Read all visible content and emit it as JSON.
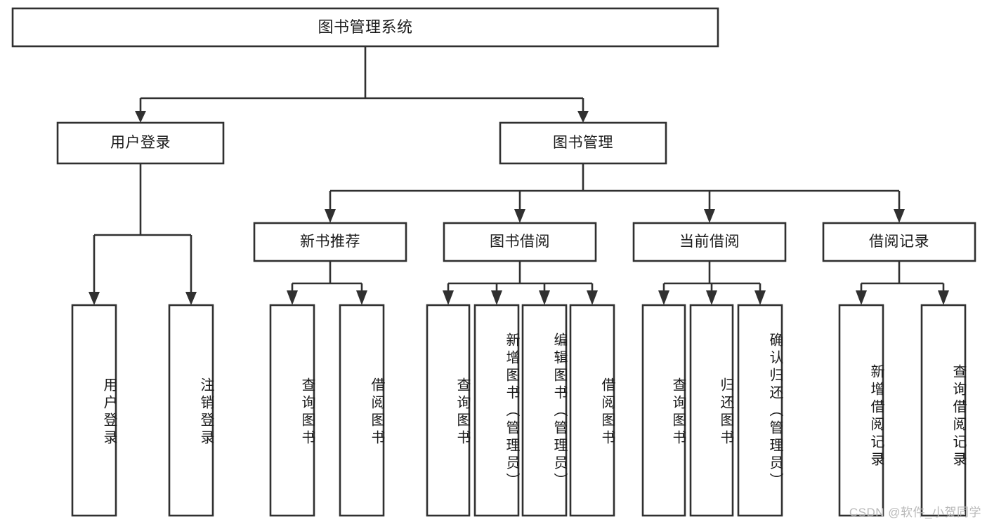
{
  "diagram": {
    "title": "图书管理系统",
    "type": "tree-hierarchy-chart",
    "root": {
      "label": "图书管理系统"
    },
    "level2": [
      {
        "label": "用户登录"
      },
      {
        "label": "图书管理"
      }
    ],
    "level3": [
      {
        "label": "新书推荐"
      },
      {
        "label": "图书借阅"
      },
      {
        "label": "当前借阅"
      },
      {
        "label": "借阅记录"
      }
    ],
    "leaves": {
      "user_login": [
        {
          "label": "用户登录"
        },
        {
          "label": "注销登录"
        }
      ],
      "new_book_recommend": [
        {
          "label": "查询图书"
        },
        {
          "label": "借阅图书"
        }
      ],
      "book_borrow": [
        {
          "label": "查询图书"
        },
        {
          "label": "新增图书（管理员）"
        },
        {
          "label": "编辑图书（管理员）"
        },
        {
          "label": "借阅图书"
        }
      ],
      "current_borrow": [
        {
          "label": "查询图书"
        },
        {
          "label": "归还图书"
        },
        {
          "label": "确认归还（管理员）"
        }
      ],
      "borrow_record": [
        {
          "label": "新增借阅记录"
        },
        {
          "label": "查询借阅记录"
        }
      ]
    }
  },
  "watermark": {
    "text": "CSDN @软件_小贺同学"
  },
  "colors": {
    "stroke": "#303030",
    "box_fill": "#ffffff",
    "text": "#1b1b1b",
    "watermark": "#b9b9b9",
    "background": "#ffffff"
  }
}
